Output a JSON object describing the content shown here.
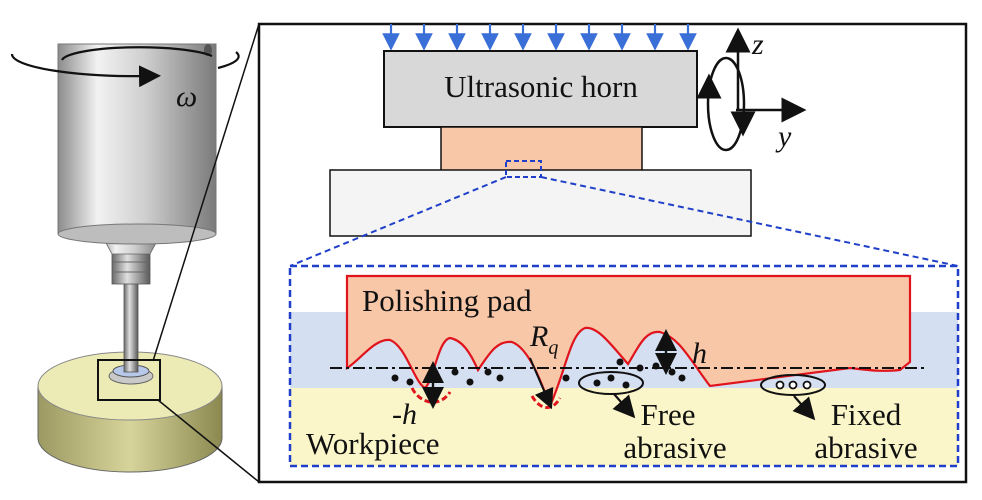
{
  "labels": {
    "omega": "ω",
    "horn": "Ultrasonic horn",
    "z_axis": "z",
    "y_axis": "y",
    "pad": "Polishing pad",
    "rq_main": "R",
    "rq_sub": "q",
    "h_pos": "h",
    "h_neg": "-h",
    "workpiece": "Workpiece",
    "free_abrasive_1": "Free",
    "free_abrasive_2": "abrasive",
    "fixed_abrasive_1": "Fixed",
    "fixed_abrasive_2": "abrasive"
  },
  "colors": {
    "arrow_blue": "#3a6fd8",
    "dashed_blue": "#1f3fc8",
    "profile_red": "#e0141c",
    "pad_fill": "#f8c7a8",
    "horn_fill": "#d8d8d8",
    "base_fill": "#f4f4f4",
    "gap_fill": "#d5dff2",
    "workpiece_fill": "#fbf6c9",
    "disc_fill": "#ecebb6"
  },
  "icons": {
    "rotation": "circular-rotation-arrow-icon",
    "axes": "yz-axis-icon",
    "vibration": "elliptical-vibration-icon"
  }
}
